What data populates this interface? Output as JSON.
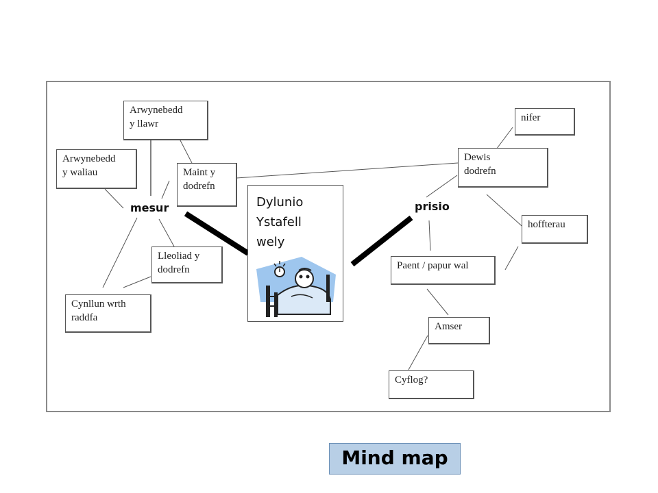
{
  "center": {
    "title": "Dylunio\nYstafell\nwely"
  },
  "branches": {
    "left": "mesur",
    "right": "prisio"
  },
  "nodes": {
    "arwynebedd_llawr": "Arwynebedd\ny llawr",
    "arwynebedd_waliau": "Arwynebedd\ny waliau",
    "maint_dodrefn": "Maint y\ndodrefn",
    "lleoliad_dodrefn": "Lleoliad y\ndodrefn",
    "cynllun_raddfa": "Cynllun wrth\nraddfa",
    "nifer": "nifer",
    "dewis_dodrefn": "Dewis\ndodrefn",
    "hoffterau": "hoffterau",
    "paent_papur": "Paent / papur wal",
    "amser": "Amser",
    "cyflog": "Cyflog?"
  },
  "caption": "Mind map",
  "colors": {
    "caption_bg": "#b8cfe6",
    "illustration_bg": "#9ec6ee",
    "connector": "#000000"
  },
  "icons": {
    "center_illustration": "person-in-bed-with-alarm-clock"
  }
}
